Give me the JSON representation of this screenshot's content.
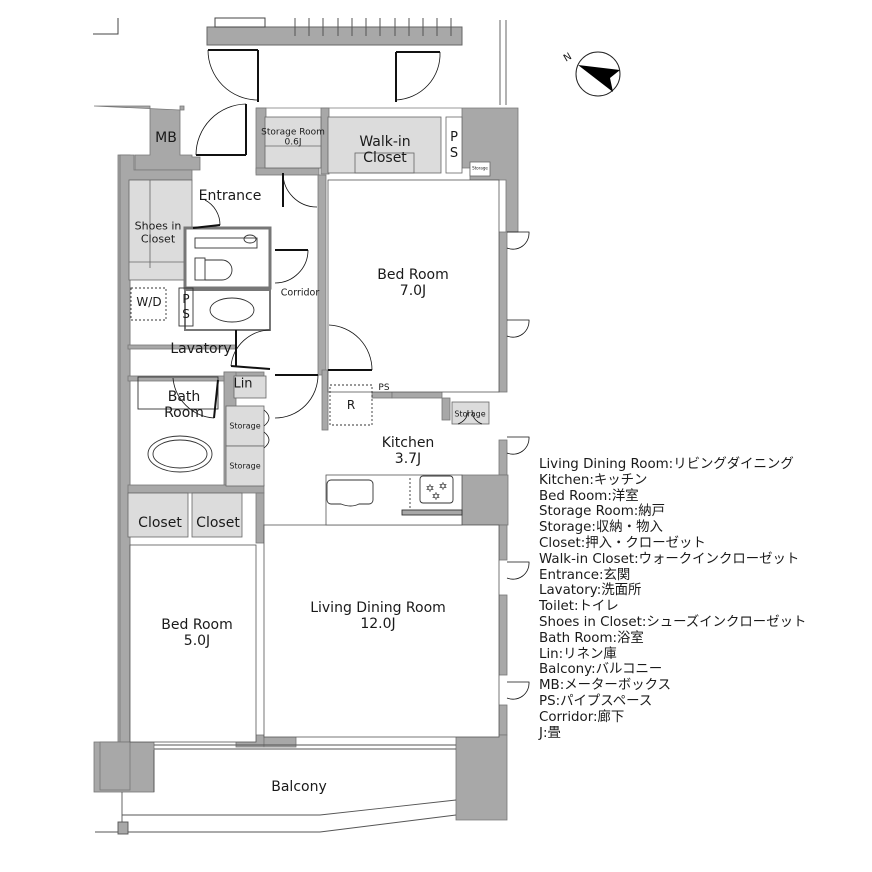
{
  "compass": {
    "label": "N",
    "icon": "north-arrow-icon"
  },
  "rooms": {
    "mb": {
      "name": "MB"
    },
    "storage_room": {
      "name": "Storage Room",
      "size": "0.6J"
    },
    "walkin_closet": {
      "name": "Walk-in Closet"
    },
    "ps_top": {
      "name": "P S"
    },
    "storage_small_top": {
      "name": "Storage"
    },
    "entrance": {
      "name": "Entrance"
    },
    "shoes_closet": {
      "name": "Shoes in Closet"
    },
    "corridor": {
      "name": "Corridor"
    },
    "bed_room_1": {
      "name": "Bed Room",
      "size": "7.0J"
    },
    "wd": {
      "name": "W/D"
    },
    "ps_lav": {
      "name": "P S"
    },
    "lavatory": {
      "name": "Lavatory"
    },
    "lin": {
      "name": "Lin"
    },
    "bath_room": {
      "name": "Bath Room"
    },
    "storage_a": {
      "name": "Storage"
    },
    "storage_b": {
      "name": "Storage"
    },
    "fridge": {
      "name": "R"
    },
    "ps_kitchen": {
      "name": "PS"
    },
    "kitchen_storage": {
      "name": "Storage"
    },
    "kitchen": {
      "name": "Kitchen",
      "size": "3.7J"
    },
    "closet_1": {
      "name": "Closet"
    },
    "closet_2": {
      "name": "Closet"
    },
    "bed_room_2": {
      "name": "Bed Room",
      "size": "5.0J"
    },
    "living_dining": {
      "name": "Living Dining Room",
      "size": "12.0J"
    },
    "balcony": {
      "name": "Balcony"
    }
  },
  "legend": [
    "Living Dining Room:リビングダイニング",
    "Kitchen:キッチン",
    "Bed Room:洋室",
    "Storage Room:納戸",
    "Storage:収納・物入",
    "Closet:押入・クローゼット",
    "Walk-in Closet:ウォークインクローゼット",
    "Entrance:玄関",
    "Lavatory:洗面所",
    "Toilet:トイレ",
    "Shoes in Closet:シューズインクローゼット",
    "Bath Room:浴室",
    "Lin:リネン庫",
    "Balcony:バルコニー",
    "MB:メーターボックス",
    "PS:パイプスペース",
    "Corridor:廊下",
    "J:畳"
  ],
  "colors": {
    "wall": "#a8a8a8",
    "storage_fill": "#dcdcdc",
    "line": "#1a1a1a"
  }
}
